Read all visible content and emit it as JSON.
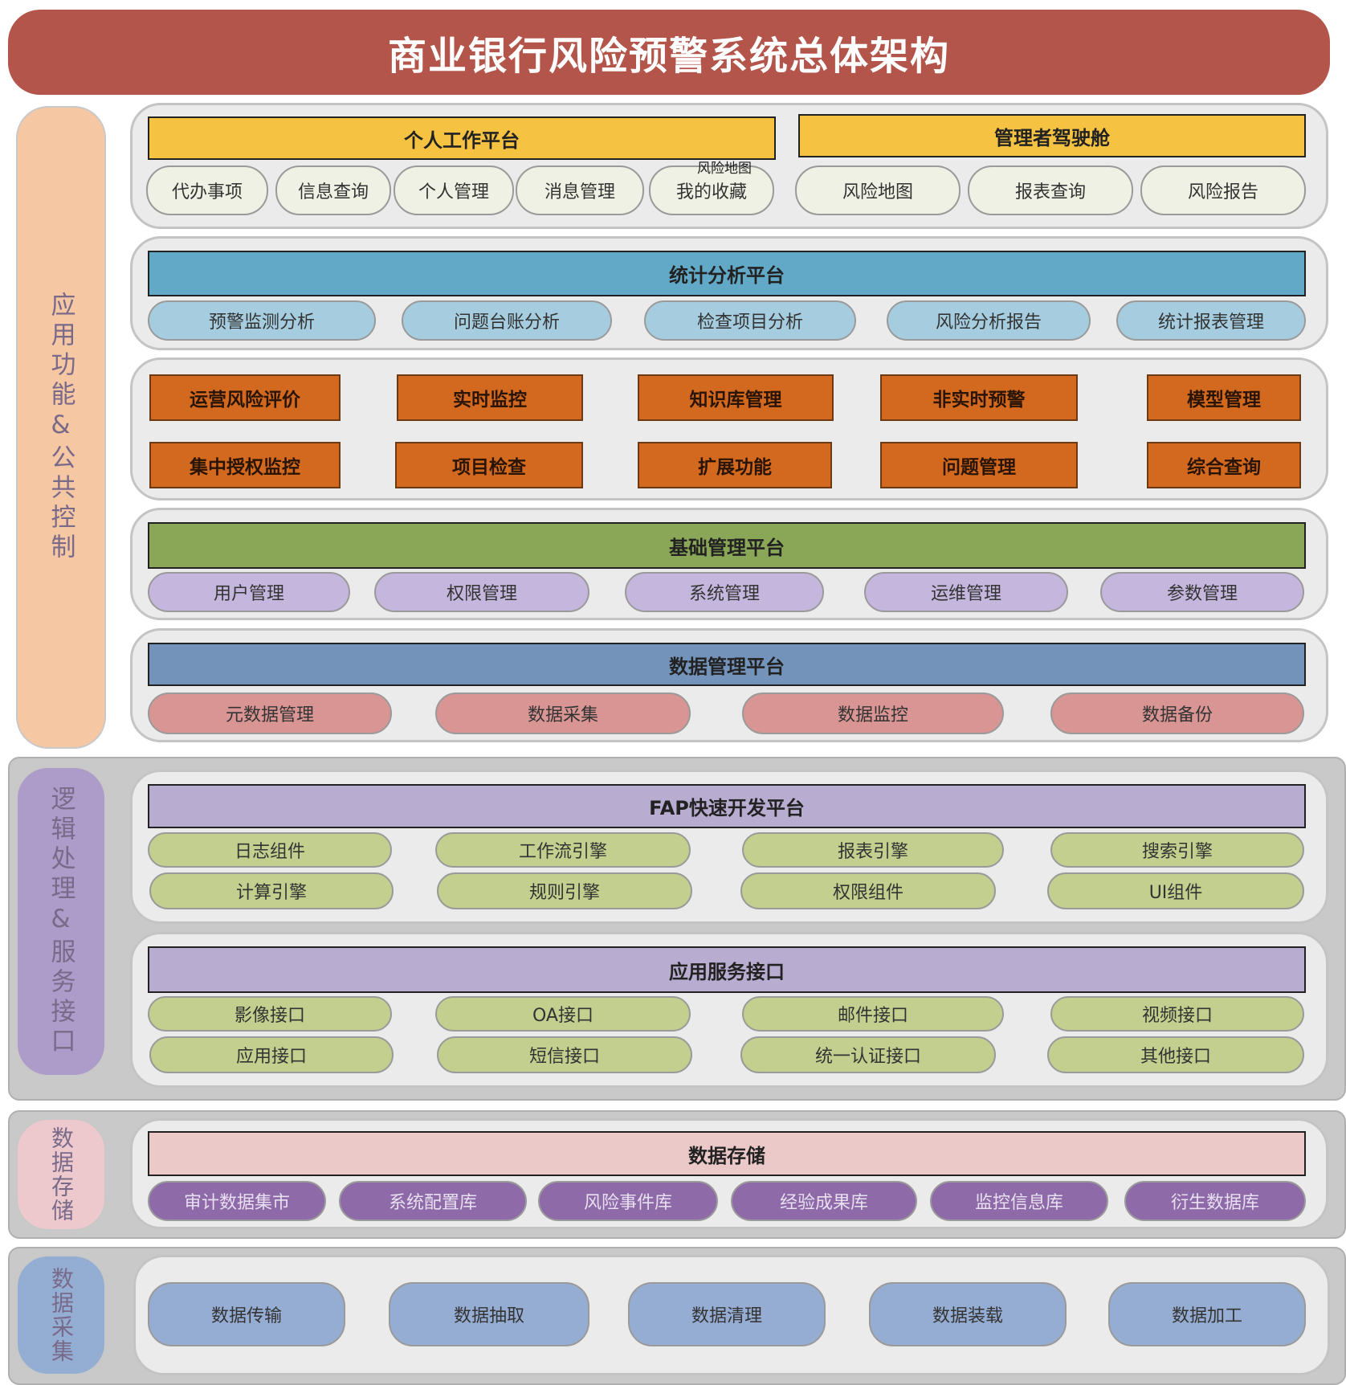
{
  "title": "商业银行风险预警系统总体架构",
  "side_labels": {
    "app": "应用功能&公共控制",
    "logic": "逻辑处理&服务接口",
    "storage": "数据存储",
    "collect": "数据采集"
  },
  "personal": {
    "header": "个人工作平台",
    "items": [
      "代办事项",
      "信息查询",
      "个人管理",
      "消息管理",
      "我的收藏"
    ],
    "overlay_tag": "风险地图"
  },
  "cockpit": {
    "header": "管理者驾驶舱",
    "items": [
      "风险地图",
      "报表查询",
      "风险报告"
    ]
  },
  "stats": {
    "header": "统计分析平台",
    "items": [
      "预警监测分析",
      "问题台账分析",
      "检查项目分析",
      "风险分析报告",
      "统计报表管理"
    ]
  },
  "modules": {
    "row1": [
      "运营风险评价",
      "实时监控",
      "知识库管理",
      "非实时预警",
      "模型管理"
    ],
    "row2": [
      "集中授权监控",
      "项目检查",
      "扩展功能",
      "问题管理",
      "综合查询"
    ]
  },
  "base": {
    "header": "基础管理平台",
    "items": [
      "用户管理",
      "权限管理",
      "系统管理",
      "运维管理",
      "参数管理"
    ]
  },
  "datamgmt": {
    "header": "数据管理平台",
    "items": [
      "元数据管理",
      "数据采集",
      "数据监控",
      "数据备份"
    ]
  },
  "fap": {
    "header": "FAP快速开发平台",
    "row1": [
      "日志组件",
      "工作流引擎",
      "报表引擎",
      "搜索引擎"
    ],
    "row2": [
      "计算引擎",
      "规则引擎",
      "权限组件",
      "UI组件"
    ]
  },
  "service": {
    "header": "应用服务接口",
    "row1": [
      "影像接口",
      "OA接口",
      "邮件接口",
      "视频接口"
    ],
    "row2": [
      "应用接口",
      "短信接口",
      "统一认证接口",
      "其他接口"
    ]
  },
  "storage": {
    "header": "数据存储",
    "items": [
      "审计数据集市",
      "系统配置库",
      "风险事件库",
      "经验成果库",
      "监控信息库",
      "衍生数据库"
    ]
  },
  "collect": {
    "items": [
      "数据传输",
      "数据抽取",
      "数据清理",
      "数据装载",
      "数据加工"
    ]
  },
  "colors": {
    "title": "#b3554a",
    "personal_header": "#f5c242",
    "stats_header": "#62a9c8",
    "module_box": "#d2691e",
    "base_header": "#8aa757",
    "data_header": "#7393bb",
    "fap_header": "#b8acd0",
    "storage_header": "#ecc9c9"
  }
}
